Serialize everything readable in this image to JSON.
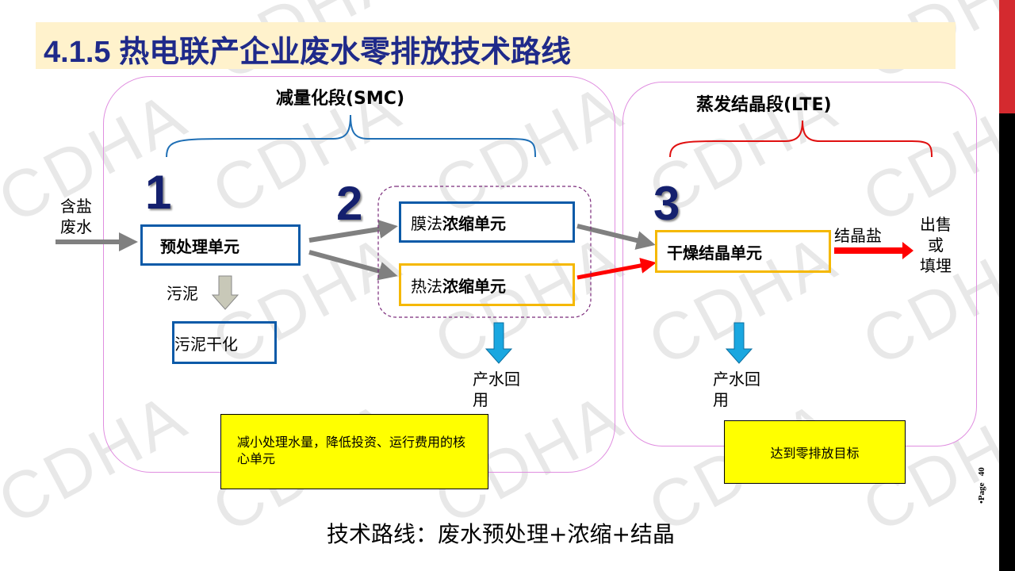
{
  "watermark": "CDHA",
  "title": "4.1.5 热电联产企业废水零排放技术路线",
  "sections": {
    "smc": {
      "label": "减量化段(SMC)",
      "bracket_color": "#1f6fb5"
    },
    "lte": {
      "label": "蒸发结晶段(LTE)",
      "bracket_color": "#e01010"
    }
  },
  "steps": [
    "1",
    "2",
    "3"
  ],
  "input_label": [
    "含盐",
    "废水"
  ],
  "units": {
    "pretreat": "预处理单元",
    "membrane": {
      "prefix": "膜法",
      "main": "浓缩单元"
    },
    "thermal": {
      "prefix": "热法",
      "main": "浓缩单元"
    },
    "dry": "干燥结晶单元",
    "sludge_dry": "污泥干化"
  },
  "sludge_label": "污泥",
  "reuse_label_1": [
    "产水回",
    "用"
  ],
  "reuse_label_2": [
    "产水回",
    "用"
  ],
  "salt_label": "结晶盐",
  "output_label": [
    "出售",
    "或",
    "填埋"
  ],
  "notes": {
    "smc": "减小处理水量，降低投资、运行费用的核心单元",
    "lte": "达到零排放目标"
  },
  "footer": "技术路线：废水预处理+浓缩+结晶",
  "page": {
    "label": "•Page",
    "number": "40"
  },
  "colors": {
    "title": "#1f2a8a",
    "blue_box": "#0b5aa8",
    "gold_box": "#f5b800",
    "red_arrow": "#ff0000",
    "gray_arrow": "#808080",
    "cyan_arrow": "#1aa7e0"
  }
}
